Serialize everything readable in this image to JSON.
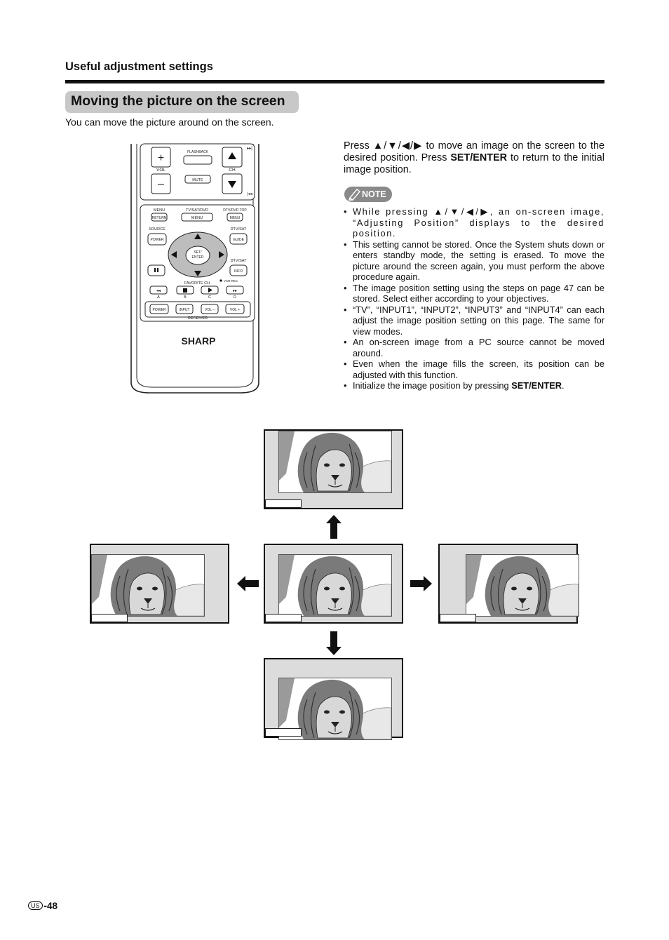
{
  "header": {
    "section": "Useful adjustment settings",
    "title": "Moving the picture on the screen",
    "intro": "You can move the picture around on the screen."
  },
  "instruction": {
    "press": "Press",
    "arrows": "▲/▼/◀/▶",
    "middle": "to move an image on the screen to the desired position. Press",
    "button": "SET/ENTER",
    "end": "to return to the initial image position."
  },
  "note_label": "NOTE",
  "notes": [
    "While pressing ▲/▼/◀/▶, an on-screen image, “Adjusting Position” displays to the desired position.",
    "This setting cannot be stored. Once the System shuts down or enters standby mode, the setting is erased. To move the picture around the screen again, you must perform the above procedure again.",
    "The image position setting using the steps on page 47 can be stored. Select either according to your objectives.",
    "“TV”, “INPUT1”, “INPUT2”, “INPUT3” and “INPUT4” can each adjust the image position setting on this page. The same for view modes.",
    "An on-screen image from a PC source cannot be moved around.",
    "Even when the image fills the screen, its position can be adjusted with this function."
  ],
  "last_note": {
    "text": "Initialize the image position by pressing",
    "button": "SET/ENTER",
    "end": "."
  },
  "remote": {
    "flashback": "FLASHBACK",
    "vol": "VOL",
    "ch": "CH",
    "mute": "MUTE",
    "menu_top": "MENU",
    "tv_sat_dvd": "TV/SAT/DVD",
    "dtv_dvd_top": "DTV/DVD TOP",
    "return": "RETURN",
    "menu": "MENU",
    "menu2": "MENU",
    "source": "SOURCE",
    "dtv_sat_1": "DTV/SAT",
    "power": "POWER",
    "guide": "GUIDE",
    "set_enter_1": "SET/",
    "set_enter_2": "ENTER",
    "dtv_sat_2": "DTV/SAT",
    "info": "INFO",
    "favorite_ch": "FAVORITE CH",
    "vcr_rec": "VCR REC",
    "a": "A",
    "b": "B",
    "c": "C",
    "d": "D",
    "power2": "POWER",
    "input": "INPUT",
    "vol_minus": "VOL –",
    "vol_plus": "VOL +",
    "receiver": "RECEIVER",
    "brand": "SHARP"
  },
  "footer": {
    "region": "US",
    "page": "-48"
  }
}
